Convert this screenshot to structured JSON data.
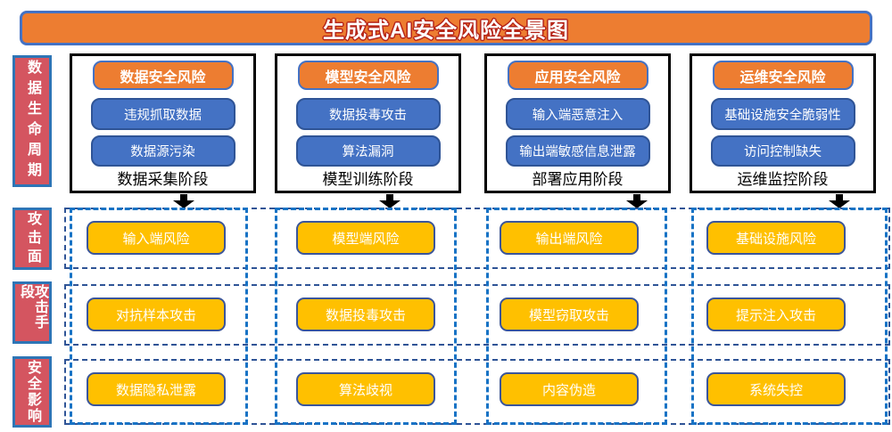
{
  "title": "生成式AI安全风险全景图",
  "row_labels": [
    {
      "label": "数据生命周期"
    },
    {
      "label": "攻击面"
    },
    {
      "label": "攻击手段"
    },
    {
      "label": "安全影响"
    }
  ],
  "columns": [
    {
      "risk": "数据安全风险",
      "items": [
        "违规抓取数据",
        "数据源污染"
      ],
      "stage": "数据采集阶段",
      "attack_surface": "输入端风险",
      "attack_method": "对抗样本攻击",
      "impact": "数据隐私泄露"
    },
    {
      "risk": "模型安全风险",
      "items": [
        "数据投毒攻击",
        "算法漏洞"
      ],
      "stage": "模型训练阶段",
      "attack_surface": "模型端风险",
      "attack_method": "数据投毒攻击",
      "impact": "算法歧视"
    },
    {
      "risk": "应用安全风险",
      "items": [
        "输入端恶意注入",
        "输出端敏感信息泄露"
      ],
      "stage": "部署应用阶段",
      "attack_surface": "输出端风险",
      "attack_method": "模型窃取攻击",
      "impact": "内容伪造"
    },
    {
      "risk": "运维安全风险",
      "items": [
        "基础设施安全脆弱性",
        "访问控制缺失"
      ],
      "stage": "运维监控阶段",
      "attack_surface": "基础设施风险",
      "attack_method": "提示注入攻击",
      "impact": "系统失控"
    }
  ],
  "colors": {
    "banner_fill": "#ED7D31",
    "banner_border": "#4472C4",
    "title_outline": "#B42318",
    "risk_chip_fill": "#ED7D31",
    "item_chip_fill": "#4472C4",
    "item_chip_border": "#2F5496",
    "row_label_fill": "#D45560",
    "row_label_border": "#2E75B6",
    "surface_box_fill": "#FFC000",
    "surface_box_border": "#3A559B",
    "grid_row_dash": "#2F5496",
    "grid_col_dash": "#1873C5",
    "card_border": "#000000",
    "arrow": "#000000"
  }
}
